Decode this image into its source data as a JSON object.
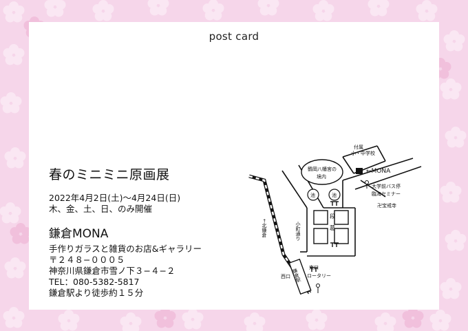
{
  "card": {
    "heading": "post card"
  },
  "event": {
    "title": "春のミニミニ原画展",
    "dates": "2022年4月2日(土)〜4月24日(日)",
    "open_days": "木、金、土、日、のみ開催"
  },
  "shop": {
    "name": "鎌倉MONA",
    "description": "手作りガラスと雑貨のお店&ギャラリー",
    "postal": "〒２４８−０００５",
    "address": "神奈川県鎌倉市雪ノ下３−４−２",
    "tel": "TEL：080-5382-5817",
    "access": "鎌倉駅より徒歩約１５分"
  },
  "map": {
    "school_line1": "付属",
    "school_line2": "小・中学校",
    "mona": "MONA",
    "shrine_line1": "鶴岡八幡宮の",
    "shrine_line2": "境内",
    "pond": "池",
    "bus_stop": "大学前バス停",
    "seminar": "臨海セミナー",
    "temple": "卍宝戒寺",
    "dankazura_1": "段",
    "dankazura_2": "葛",
    "komachi": "小町通り",
    "kita_kamakura": "←北鎌倉",
    "station": "鎌倉駅",
    "east_exit": "東口",
    "rotary": "ロータリー",
    "west_exit": "西口"
  },
  "colors": {
    "background_pink": "#f6d6ea",
    "card_white": "#ffffff",
    "text": "#111111"
  }
}
